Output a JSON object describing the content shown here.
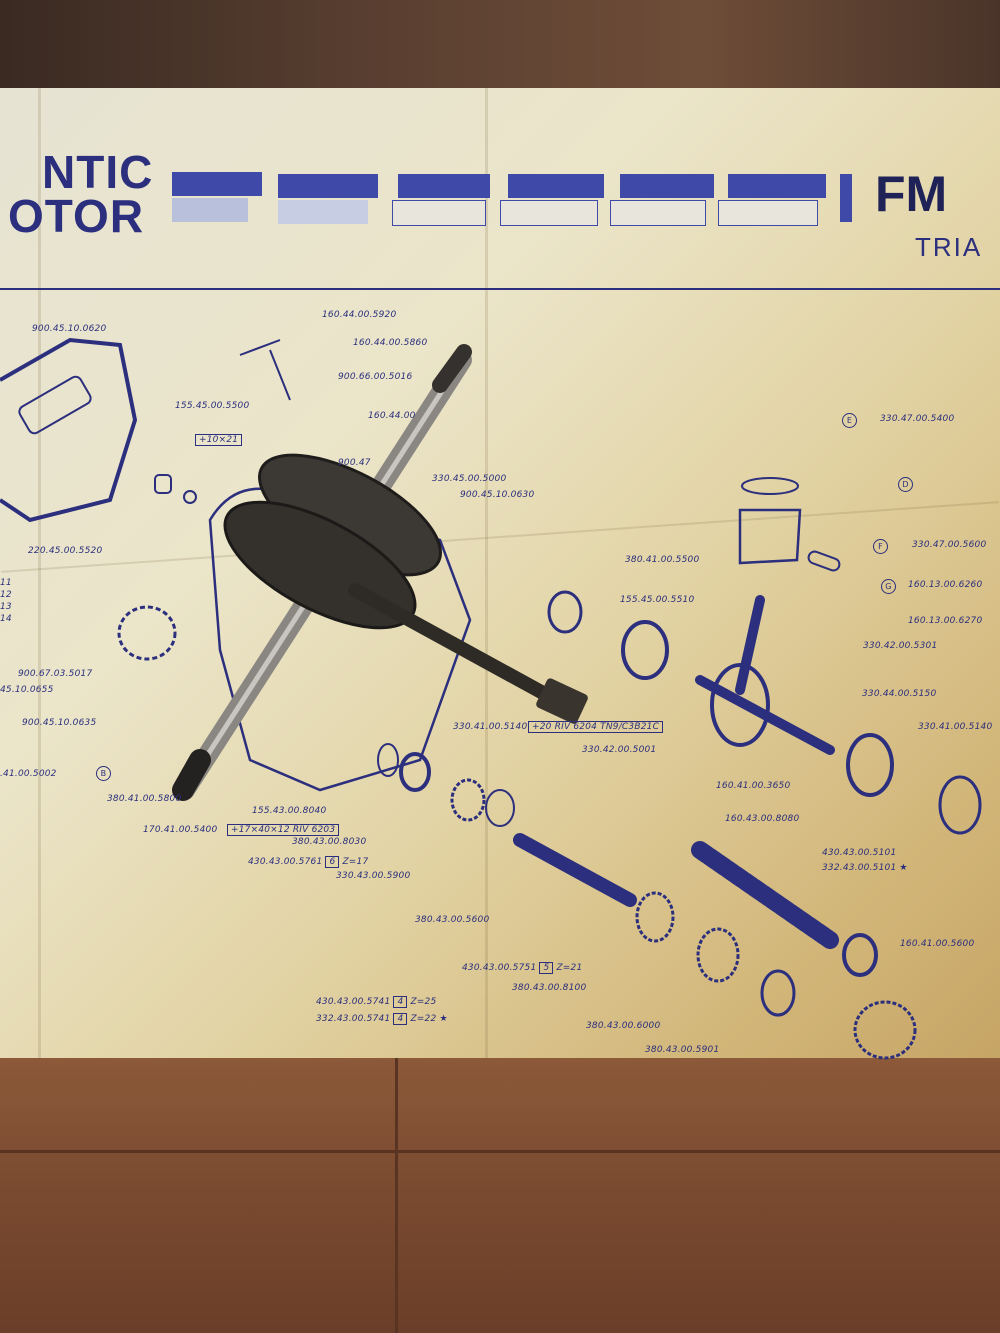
{
  "header": {
    "logo_line1": "NTIC",
    "logo_line2": "OTOR",
    "model": "FM",
    "subtitle": "TRIA"
  },
  "colors": {
    "ink": "#2b2f7d",
    "paper": "#e9e4cc",
    "cardboard": "#7a4a30",
    "steel": "#4a4642"
  },
  "labels": [
    "900.45.10.0620",
    "160.44.00.5920",
    "160.44.00.5860",
    "900.66.00.5016",
    "160.44.00",
    "155.45.00.5500",
    "900.47",
    "330.45.00.5000",
    "900.45.10.0630",
    "220.45.00.5520",
    "900.67.03.5017",
    "45.10.0655",
    "900.45.10.0635",
    ".41.00.5002",
    "380.41.00.5800",
    "155.43.00.8040",
    "170.41.00.5400",
    "380.43.00.8030",
    "330.43.00.5900",
    "380.43.00.5600",
    "380.43.00.8100",
    "380.43.00.6000",
    "380.43.00.5901",
    "330.47.00.5400",
    "330.47.00.5600",
    "160.13.00.6260",
    "380.41.00.5500",
    "155.45.00.5510",
    "160.13.00.6270",
    "330.42.00.5301",
    "330.44.00.5150",
    "330.41.00.5140",
    "330.41.00.5140",
    "330.42.00.5001",
    "160.41.00.3650",
    "160.43.00.8080",
    "430.43.00.5101",
    "332.43.00.5101 ★",
    "160.41.00.5600"
  ],
  "boxes": {
    "seal": "+10×21",
    "bearing_left": "+17×40×12  RIV 6203",
    "bearing_right": "+20  RIV 6204 TN9/C3B21C"
  },
  "gears": [
    {
      "part": "430.43.00.5761",
      "box": "6",
      "teeth": "Z=17"
    },
    {
      "part": "430.43.00.5751",
      "box": "5",
      "teeth": "Z=21"
    },
    {
      "part": "430.43.00.5741",
      "box": "4",
      "teeth": "Z=25"
    },
    {
      "part": "332.43.00.5741",
      "box": "4",
      "teeth": "Z=22 ★"
    }
  ],
  "callouts": {
    "b": "B",
    "d": "D",
    "e": "E",
    "f": "F",
    "g": "G"
  },
  "side_numbers": [
    "11",
    "12",
    "13",
    "14"
  ]
}
